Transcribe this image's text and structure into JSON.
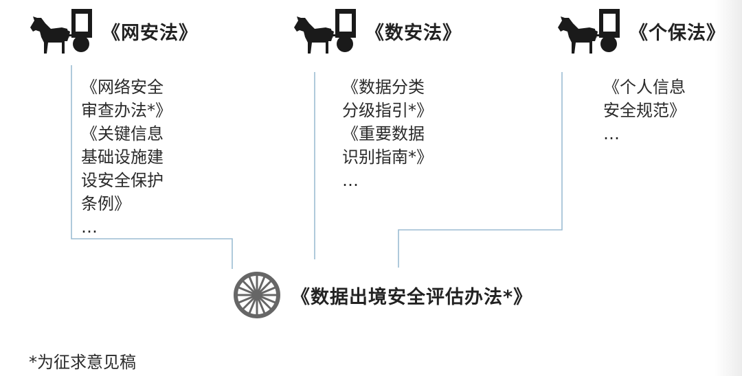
{
  "laws": [
    {
      "title": "《网安法》",
      "icon": "horse-cart-icon"
    },
    {
      "title": "《数安法》",
      "icon": "horse-cart-icon"
    },
    {
      "title": "《个保法》",
      "icon": "horse-cart-icon"
    }
  ],
  "regulations": [
    {
      "lines": [
        "《网络安全",
        "审查办法*》",
        "《关键信息",
        "基础设施建",
        "设安全保护",
        "条例》"
      ],
      "ellipsis": "…"
    },
    {
      "lines": [
        "《数据分类",
        "分级指引*》",
        "《重要数据",
        "识别指南*》"
      ],
      "ellipsis": "…"
    },
    {
      "lines": [
        "《个人信息",
        "安全规范》"
      ],
      "ellipsis": "…"
    }
  ],
  "bottom": {
    "title": "《数据出境安全评估办法*》",
    "icon": "wagon-wheel-icon"
  },
  "footnote": "*为征求意见稿",
  "colors": {
    "connector": "#9bbcd2",
    "icon": "#1a1a1a",
    "wheel": "#666666"
  }
}
